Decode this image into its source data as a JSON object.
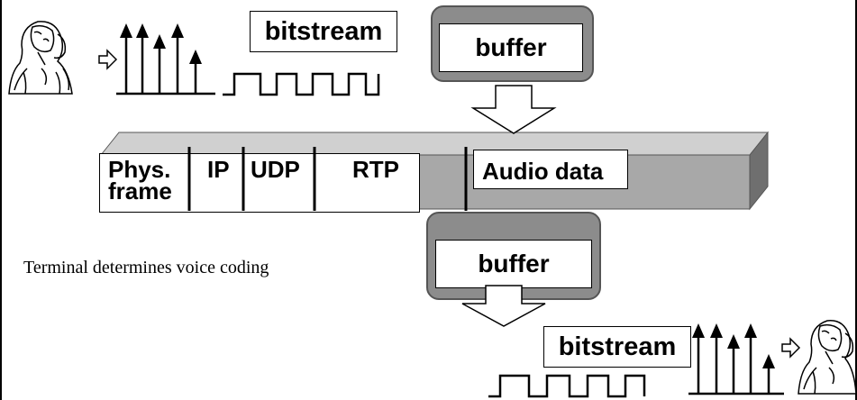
{
  "top_row": {
    "bitstream_label": "bitstream",
    "buffer_label": "buffer"
  },
  "packet": {
    "fields": {
      "phys_line1": "Phys.",
      "phys_line2": "frame",
      "ip": "IP",
      "udp": "UDP",
      "rtp": "RTP",
      "audio": "Audio data"
    }
  },
  "caption": "Terminal determines voice coding",
  "bottom_row": {
    "buffer_label": "buffer",
    "bitstream_label": "bitstream"
  },
  "icons": [
    "person-on-phone-icon",
    "impulse-samples-icon",
    "square-wave-icon",
    "small-arrow-icon",
    "down-arrow-icon"
  ],
  "colors": {
    "bar_top": "#d0d0d0",
    "bar_front": "#a8a8a8",
    "bar_side": "#6f6f6f",
    "buffer_frame": "#8c8c8c"
  }
}
